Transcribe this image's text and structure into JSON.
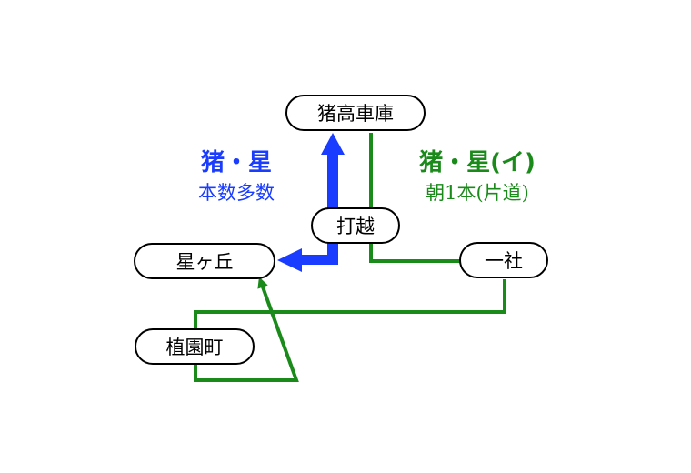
{
  "stops": {
    "ino_garage": "猪高車庫",
    "uchikoshi": "打越",
    "hoshigaoka": "星ヶ丘",
    "issha": "一社",
    "uesonocho": "植園町"
  },
  "routes": {
    "blue": {
      "name": "猪・星",
      "note": "本数多数",
      "color": "#1a3cff"
    },
    "green": {
      "name": "猪・星(イ)",
      "note": "朝1本(片道)",
      "color": "#1a8a1a"
    }
  }
}
